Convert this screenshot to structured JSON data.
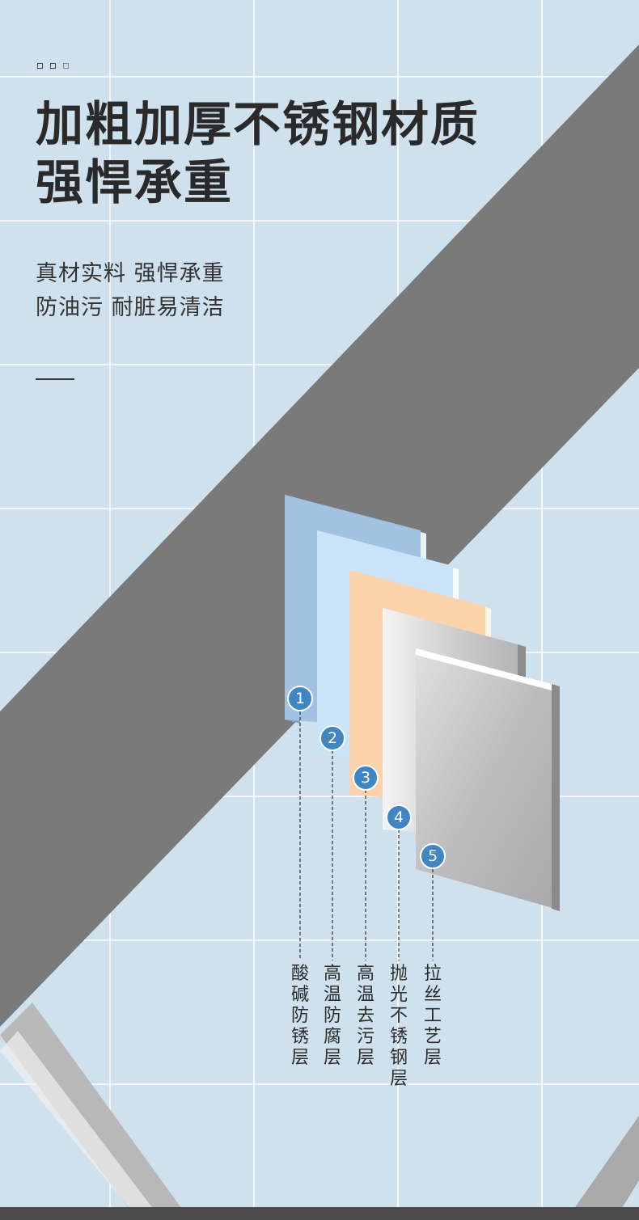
{
  "title_line1": "加粗加厚不锈钢材质",
  "title_line2": "强悍承重",
  "subtitle_line1": "真材实料 强悍承重",
  "subtitle_line2": "防油污 耐脏易清洁",
  "layers": [
    {
      "number": "1",
      "label": "酸碱防锈层",
      "color": "#9dbfdf"
    },
    {
      "number": "2",
      "label": "高温防腐层",
      "color": "#c7e2f8"
    },
    {
      "number": "3",
      "label": "高温去污层",
      "color": "#fcd4ad"
    },
    {
      "number": "4",
      "label": "抛光不锈钢层",
      "color": "#d9d9d9"
    },
    {
      "number": "5",
      "label": "拉丝工艺层",
      "color": "#c4c4c4"
    }
  ],
  "colors": {
    "badge": "#3f86c2",
    "title": "#2a2a2a",
    "tile": "#cfe1ed"
  }
}
